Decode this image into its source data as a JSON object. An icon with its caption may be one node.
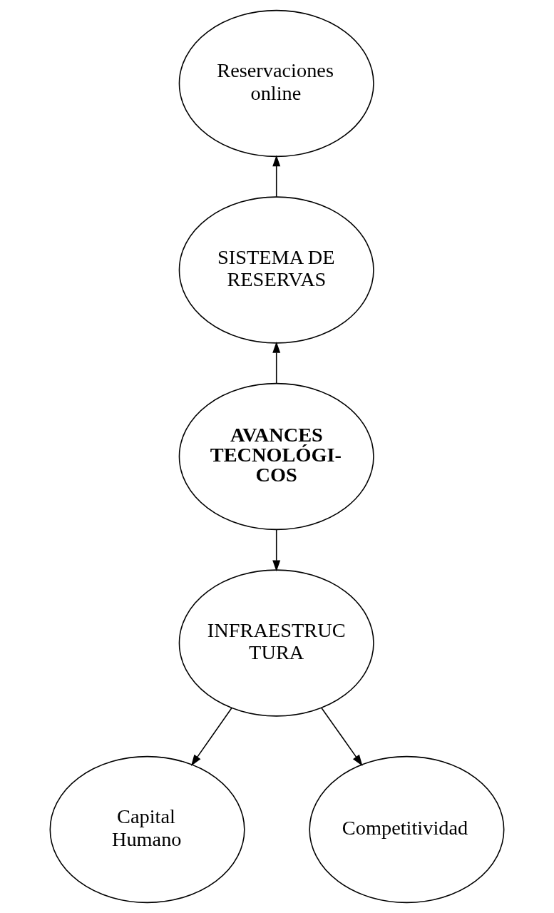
{
  "diagram": {
    "nodes": [
      {
        "text": [
          "Reservaciones online"
        ]
      },
      {
        "text": [
          "SISTEMA DE RESERVAS"
        ]
      },
      {
        "text": [
          "AVANCES TECNOLÓGI- COS"
        ]
      },
      {
        "text": [
          "INFRAESTRUC TURA"
        ]
      },
      {
        "text": [
          "Capital Humano"
        ]
      },
      {
        "text": [
          "Competitividad"
        ]
      }
    ],
    "edges": [
      {
        "from": 1,
        "to": 0,
        "arrow": "to"
      },
      {
        "from": 2,
        "to": 1,
        "arrow": "to"
      },
      {
        "from": 2,
        "to": 3,
        "arrow": "to"
      },
      {
        "from": 3,
        "to": 4,
        "arrow": "to"
      },
      {
        "from": 3,
        "to": 5,
        "arrow": "to"
      }
    ]
  }
}
